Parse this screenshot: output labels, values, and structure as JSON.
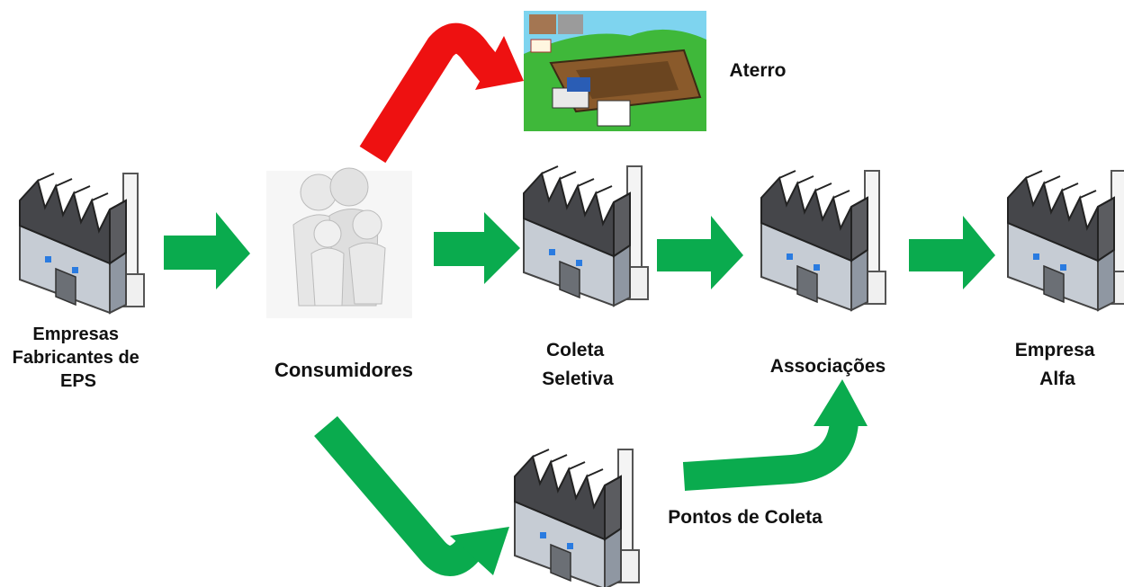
{
  "labels": {
    "empresas_fabricantes": [
      "Empresas",
      "Fabricantes de",
      "EPS"
    ],
    "consumidores": "Consumidores",
    "coleta_seletiva": [
      "Coleta",
      "Seletiva"
    ],
    "associacoes": "Associações",
    "empresa_alfa": [
      "Empresa",
      "Alfa"
    ],
    "pontos_de_coleta": "Pontos de Coleta",
    "aterro": "Aterro"
  },
  "colors": {
    "green_arrow": "#0aab4e",
    "red_arrow": "#ee1111",
    "roof": "#45464a",
    "wall": "#c5cad2",
    "chimney": "#f2f2f2"
  },
  "icons": {
    "factory": "factory-icon",
    "people": "family-icon",
    "landfill": "landfill-icon"
  }
}
